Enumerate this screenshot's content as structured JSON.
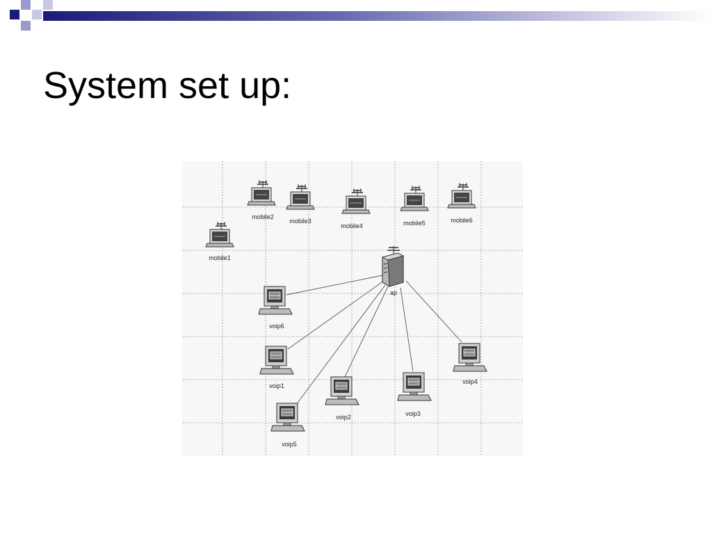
{
  "slide": {
    "title": "System set up:"
  },
  "colors": {
    "theme_dark": "#1b1b7a",
    "theme_mid": "#5a5aa8",
    "theme_light": "#9a9acc",
    "grid": "#9a9a9a",
    "link": "#555555"
  },
  "diagram": {
    "access_point": {
      "id": "ap",
      "label": "ap",
      "icon": "server-icon"
    },
    "mobiles": [
      {
        "id": "mobile1",
        "label": "mobile1",
        "icon": "laptop-antenna-icon"
      },
      {
        "id": "mobile2",
        "label": "mobile2",
        "icon": "laptop-antenna-icon"
      },
      {
        "id": "mobile3",
        "label": "mobile3",
        "icon": "laptop-antenna-icon"
      },
      {
        "id": "mobile4",
        "label": "mobile4",
        "icon": "laptop-antenna-icon"
      },
      {
        "id": "mobile5",
        "label": "mobile5",
        "icon": "laptop-antenna-icon"
      },
      {
        "id": "mobile6",
        "label": "mobile6",
        "icon": "laptop-antenna-icon"
      }
    ],
    "workstations": [
      {
        "id": "voip1",
        "label": "voip1",
        "icon": "workstation-icon"
      },
      {
        "id": "voip2",
        "label": "voip2",
        "icon": "workstation-icon"
      },
      {
        "id": "voip3",
        "label": "voip3",
        "icon": "workstation-icon"
      },
      {
        "id": "voip4",
        "label": "voip4",
        "icon": "workstation-icon"
      },
      {
        "id": "voip5",
        "label": "voip5",
        "icon": "workstation-icon"
      },
      {
        "id": "voip6",
        "label": "voip6",
        "icon": "workstation-icon"
      }
    ],
    "links": [
      {
        "from": "ap",
        "to": "voip6"
      },
      {
        "from": "ap",
        "to": "voip1"
      },
      {
        "from": "ap",
        "to": "voip5"
      },
      {
        "from": "ap",
        "to": "voip2"
      },
      {
        "from": "ap",
        "to": "voip3"
      },
      {
        "from": "ap",
        "to": "voip4"
      }
    ]
  }
}
